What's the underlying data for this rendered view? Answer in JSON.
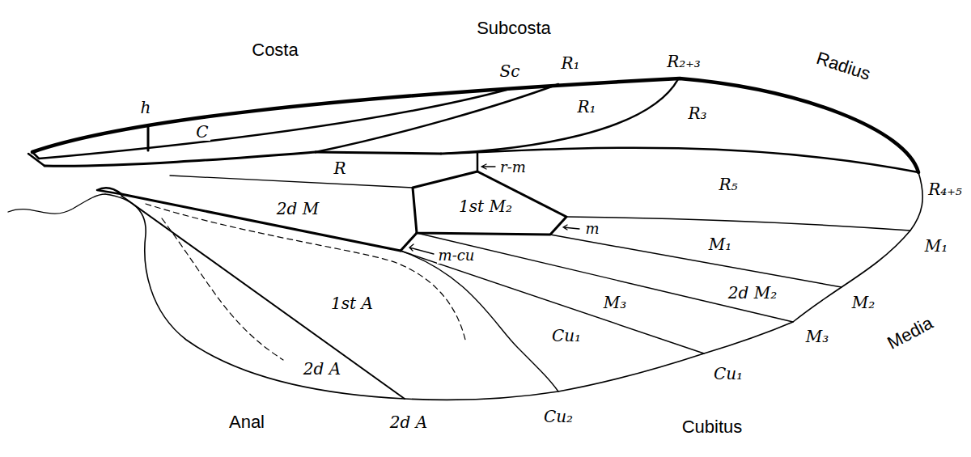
{
  "diagram": {
    "labels": [
      "Costa",
      "Subcosta",
      "Radius",
      "h",
      "C",
      "Sc",
      "R₁",
      "R₂₊₃",
      "R₃",
      "R₁",
      "R",
      "r-m",
      "R₅",
      "R₄₊₅",
      "2d M",
      "1st M₂",
      "m-cu",
      "m",
      "M₁",
      "M₁",
      "2d M₂",
      "M₂",
      "1st A",
      "Cu₁",
      "M₃",
      "M₃",
      "Media",
      "2d A",
      "Cu₁",
      "Anal",
      "2d A",
      "Cu₂",
      "Cubitus"
    ]
  }
}
